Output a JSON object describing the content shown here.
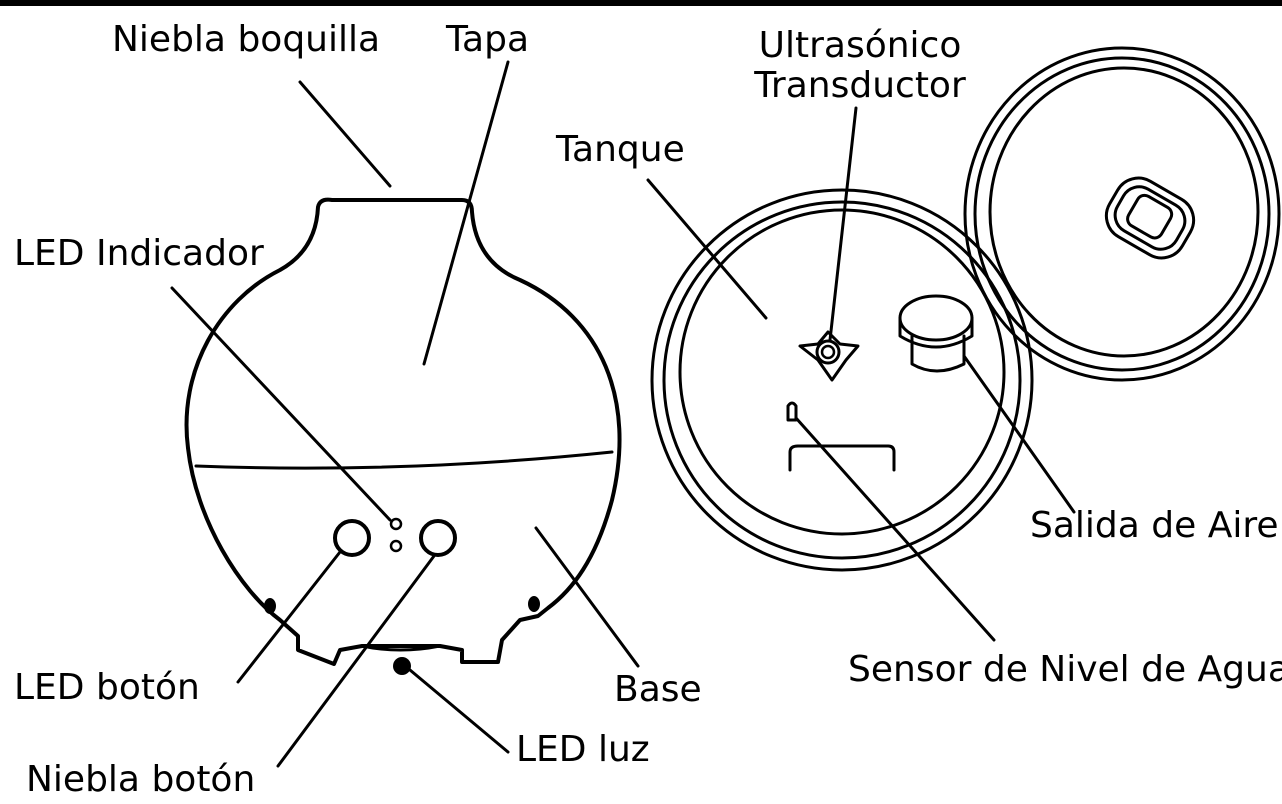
{
  "labels": {
    "niebla_boquilla": "Niebla boquilla",
    "tapa": "Tapa",
    "led_indicador": "LED Indicador",
    "led_boton": "LED botón",
    "niebla_boton": "Niebla botón",
    "led_luz": "LED luz",
    "base": "Base",
    "ultrasonico": "Ultrasónico",
    "transductor": "Transductor",
    "tanque": "Tanque",
    "salida_de_aire": "Salida de Aire",
    "sensor_nivel_agua": "Sensor de Nivel de Agua"
  }
}
